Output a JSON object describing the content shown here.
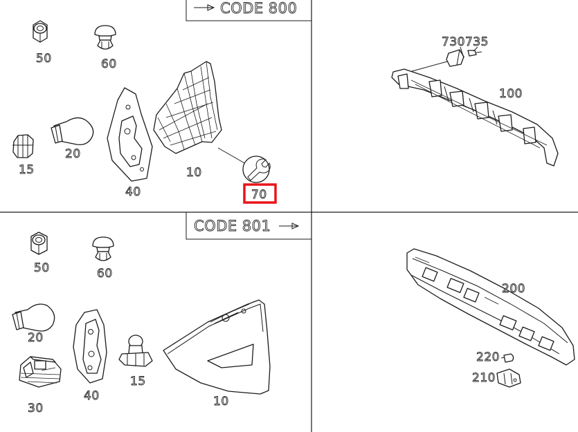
{
  "headers": {
    "top": "CODE 800",
    "bottom": "CODE 801"
  },
  "labels": {
    "top": {
      "p50": "50",
      "p60": "60",
      "p15": "15",
      "p20": "20",
      "p40": "40",
      "p10": "10",
      "p70": "70"
    },
    "top_right": {
      "p730735": "730735",
      "p100": "100"
    },
    "bottom": {
      "p50": "50",
      "p60": "60",
      "p20": "20",
      "p30": "30",
      "p40": "40",
      "p15": "15",
      "p10": "10"
    },
    "bottom_right": {
      "p200": "200",
      "p220": "220",
      "p210": "210"
    }
  },
  "highlight": {
    "part": "70",
    "color": "#e8141b"
  }
}
